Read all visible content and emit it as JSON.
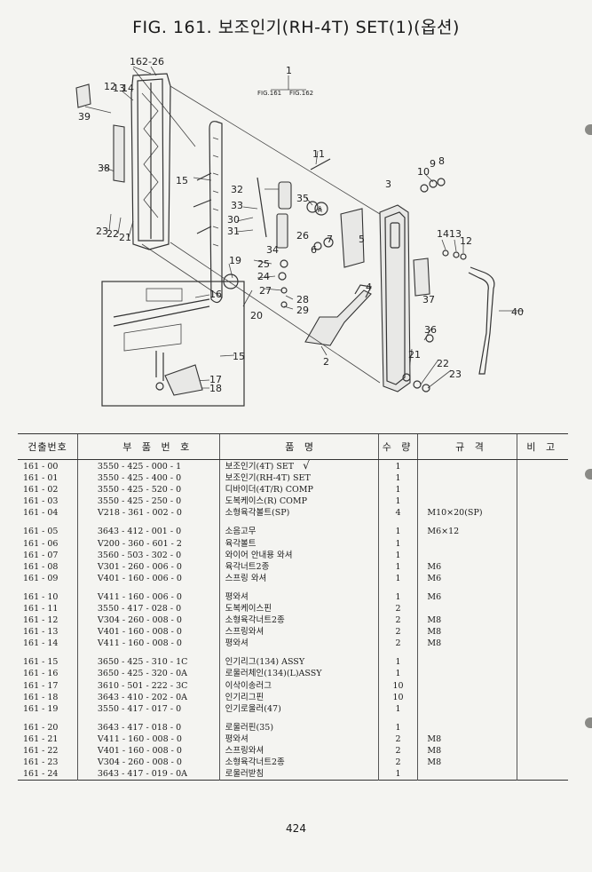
{
  "title": "FIG. 161. 보조인기(RH-4T) SET(1)(옵션)",
  "page_number": "424",
  "diagram": {
    "callouts": [
      "162-26",
      "1",
      "FIG.161",
      "FIG.162",
      "12",
      "13",
      "14",
      "39",
      "38",
      "15",
      "32",
      "33",
      "30",
      "31",
      "35",
      "A",
      "11",
      "10",
      "9",
      "8",
      "3",
      "7",
      "6",
      "5",
      "26",
      "34",
      "25",
      "24",
      "27",
      "28",
      "29",
      "23",
      "22",
      "21",
      "19",
      "20",
      "16",
      "17",
      "18",
      "2",
      "4",
      "37",
      "36",
      "40",
      "14",
      "13",
      "12",
      "21",
      "22",
      "23",
      "15"
    ]
  },
  "table": {
    "headers": [
      "건출번호",
      "부 품 번 호",
      "품 명",
      "수 량",
      "규 격",
      "비 고"
    ],
    "groups": [
      [
        {
          "no": "161 - 00",
          "part": "3550 - 425 - 000 - 1",
          "name": "보조인기(4T) SET",
          "qty": "1",
          "spec": "",
          "note": "",
          "mark": "√"
        },
        {
          "no": "161 - 01",
          "part": "3550 - 425 - 400 - 0",
          "name": "보조인기(RH-4T) SET",
          "qty": "1",
          "spec": "",
          "note": ""
        },
        {
          "no": "161 - 02",
          "part": "3550 - 425 - 520 - 0",
          "name": "디바이더(4T/R) COMP",
          "qty": "1",
          "spec": "",
          "note": ""
        },
        {
          "no": "161 - 03",
          "part": "3550 - 425 - 250 - 0",
          "name": "도복케이스(R) COMP",
          "qty": "1",
          "spec": "",
          "note": ""
        },
        {
          "no": "161 - 04",
          "part": "V218 - 361 - 002 - 0",
          "name": "소형육각볼트(SP)",
          "qty": "4",
          "spec": "M10×20(SP)",
          "note": ""
        }
      ],
      [
        {
          "no": "161 - 05",
          "part": "3643 - 412 - 001 - 0",
          "name": "소음고무",
          "qty": "1",
          "spec": "M6×12",
          "note": ""
        },
        {
          "no": "161 - 06",
          "part": "V200 - 360 - 601 - 2",
          "name": "육각볼트",
          "qty": "1",
          "spec": "",
          "note": ""
        },
        {
          "no": "161 - 07",
          "part": "3560 - 503 - 302 - 0",
          "name": "와이어 안내용 와셔",
          "qty": "1",
          "spec": "",
          "note": ""
        },
        {
          "no": "161 - 08",
          "part": "V301 - 260 - 006 - 0",
          "name": "육각너트2종",
          "qty": "1",
          "spec": "M6",
          "note": ""
        },
        {
          "no": "161 - 09",
          "part": "V401 - 160 - 006 - 0",
          "name": "스프링 와셔",
          "qty": "1",
          "spec": "M6",
          "note": ""
        }
      ],
      [
        {
          "no": "161 - 10",
          "part": "V411 - 160 - 006 - 0",
          "name": "평와셔",
          "qty": "1",
          "spec": "M6",
          "note": ""
        },
        {
          "no": "161 - 11",
          "part": "3550 - 417 - 028 - 0",
          "name": "도복케이스핀",
          "qty": "2",
          "spec": "",
          "note": ""
        },
        {
          "no": "161 - 12",
          "part": "V304 - 260 - 008 - 0",
          "name": "소형육각너트2종",
          "qty": "2",
          "spec": "M8",
          "note": ""
        },
        {
          "no": "161 - 13",
          "part": "V401 - 160 - 008 - 0",
          "name": "스프링와셔",
          "qty": "2",
          "spec": "M8",
          "note": ""
        },
        {
          "no": "161 - 14",
          "part": "V411 - 160 - 008 - 0",
          "name": "평와셔",
          "qty": "2",
          "spec": "M8",
          "note": ""
        }
      ],
      [
        {
          "no": "161 - 15",
          "part": "3650 - 425 - 310 - 1C",
          "name": "인기리그(134) ASSY",
          "qty": "1",
          "spec": "",
          "note": ""
        },
        {
          "no": "161 - 16",
          "part": "3650 - 425 - 320 - 0A",
          "name": "로울러체인(134)(L)ASSY",
          "qty": "1",
          "spec": "",
          "note": ""
        },
        {
          "no": "161 - 17",
          "part": "3610 - 501 - 222 - 3C",
          "name": "이삭이송러그",
          "qty": "10",
          "spec": "",
          "note": ""
        },
        {
          "no": "161 - 18",
          "part": "3643 - 410 - 202 - 0A",
          "name": "인기리그핀",
          "qty": "10",
          "spec": "",
          "note": ""
        },
        {
          "no": "161 - 19",
          "part": "3550 - 417 - 017 - 0",
          "name": "인기로울러(47)",
          "qty": "1",
          "spec": "",
          "note": ""
        }
      ],
      [
        {
          "no": "161 - 20",
          "part": "3643 - 417 - 018 - 0",
          "name": "로울러핀(35)",
          "qty": "1",
          "spec": "",
          "note": ""
        },
        {
          "no": "161 - 21",
          "part": "V411 - 160 - 008 - 0",
          "name": "평와셔",
          "qty": "2",
          "spec": "M8",
          "note": ""
        },
        {
          "no": "161 - 22",
          "part": "V401 - 160 - 008 - 0",
          "name": "스프링와셔",
          "qty": "2",
          "spec": "M8",
          "note": ""
        },
        {
          "no": "161 - 23",
          "part": "V304 - 260 - 008 - 0",
          "name": "소형육각너트2종",
          "qty": "2",
          "spec": "M8",
          "note": ""
        },
        {
          "no": "161 - 24",
          "part": "3643 - 417 - 019 - 0A",
          "name": "로울러받침",
          "qty": "1",
          "spec": "",
          "note": ""
        }
      ]
    ]
  }
}
